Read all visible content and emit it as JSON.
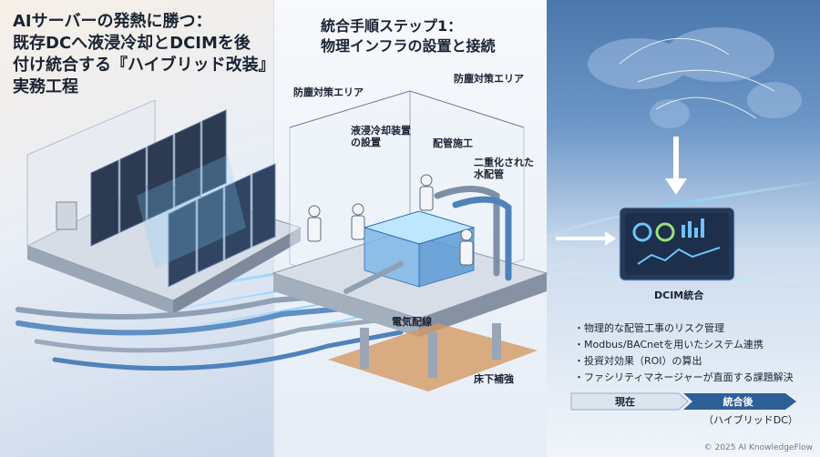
{
  "title": {
    "line1": "AIサーバーの発熱に勝つ：",
    "line2": "既存DCへ液浸冷却とDCIMを後",
    "line3": "付け統合する『ハイブリッド改装』",
    "line4": "実務工程"
  },
  "step": {
    "line1": "統合手順ステップ1：",
    "line2": "物理インフラの設置と接続"
  },
  "labels": {
    "dust_zone_left": "防塵対策エリア",
    "dust_zone_right": "防塵対策エリア",
    "immersion_line1": "液浸冷却装置",
    "immersion_line2": "の設置",
    "piping": "配管施工",
    "redundant_line1": "二重化された",
    "redundant_line2": "水配管",
    "electrical": "電気配線",
    "floor": "床下補強",
    "dcim": "DCIM統合"
  },
  "bullets": [
    "物理的な配管工事のリスク管理",
    "Modbus/BACnetを用いたシステム連携",
    "投資対効果（ROI）の算出",
    "ファシリティマネージャーが直面する課題解決"
  ],
  "progress": {
    "current": "現在",
    "after": "統合後",
    "after_sub": "（ハイブリッドDC）"
  },
  "copyright": "© 2025 AI KnowledgeFlow",
  "colors": {
    "accent": "#2f6fb6",
    "glow": "#6ec3ff",
    "dark_navy": "#1f3556",
    "rack": "#2c3b52"
  }
}
